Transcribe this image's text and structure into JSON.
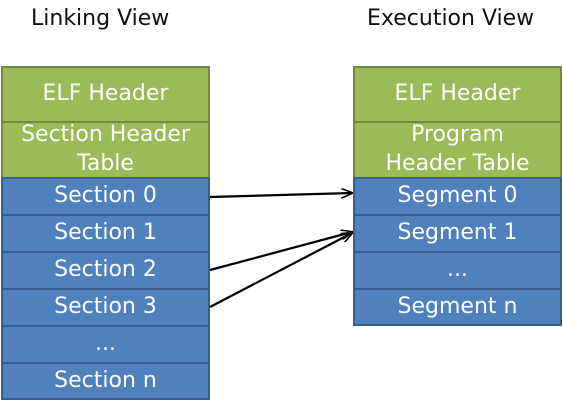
{
  "linking_view": {
    "title": "Linking View",
    "header_blocks": [
      {
        "label": "ELF Header"
      },
      {
        "label": "Section Header\nTable"
      }
    ],
    "sections": [
      {
        "label": "Section 0"
      },
      {
        "label": "Section 1"
      },
      {
        "label": "Section 2"
      },
      {
        "label": "Section 3"
      },
      {
        "label": "..."
      },
      {
        "label": "Section n"
      }
    ]
  },
  "execution_view": {
    "title": "Execution View",
    "header_blocks": [
      {
        "label": "ELF Header"
      },
      {
        "label": "Program\nHeader Table"
      }
    ],
    "segments": [
      {
        "label": "Segment 0"
      },
      {
        "label": "Segment 1"
      },
      {
        "label": "..."
      },
      {
        "label": "Segment n"
      }
    ]
  },
  "mappings": [
    {
      "from": "Section 0",
      "to": "Segment 0"
    },
    {
      "from": "Section 2",
      "to": "Segment 1"
    },
    {
      "from": "Section 3",
      "to": "Segment 1"
    }
  ],
  "colors": {
    "header_fill": "#9bbb59",
    "section_fill": "#4f81bd",
    "text": "#ffffff"
  }
}
